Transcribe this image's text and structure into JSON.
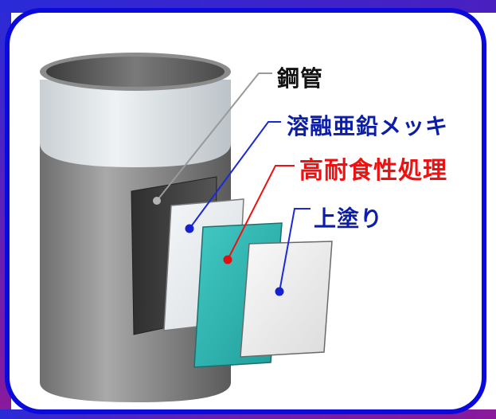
{
  "labels": {
    "steel_pipe": "鋼管",
    "hot_dip_galvanizing": "溶融亜鉛メッキ",
    "high_corrosion_treatment": "高耐食性処理",
    "top_coat": "上塗り"
  },
  "colors": {
    "frame_border": "#0a0adc",
    "leader_gray": "#9a9a9a",
    "leader_blue": "#1a2ad8",
    "leader_red": "#ee1111",
    "dot_blue": "#1620d0",
    "dot_red": "#e01010",
    "layer_teal": "#2fb8b4"
  }
}
